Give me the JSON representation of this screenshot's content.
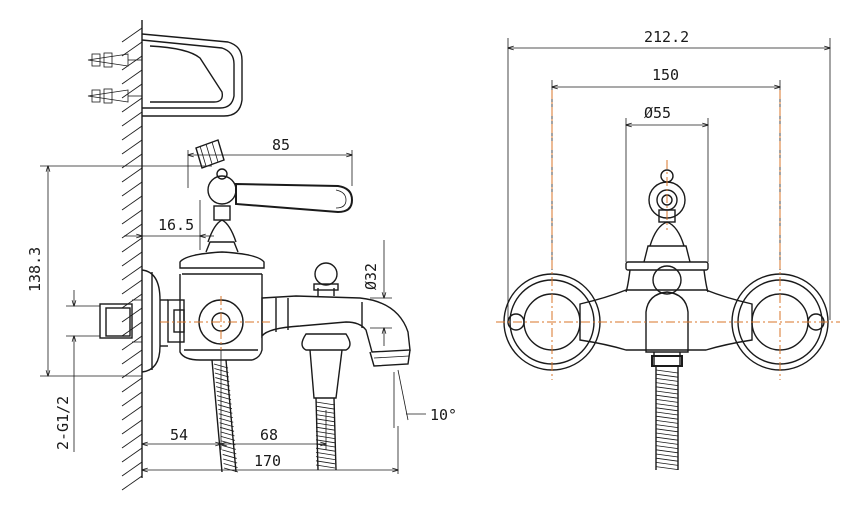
{
  "drawing": {
    "side_view": {
      "dim_depth": "85",
      "dim_wall_offset": "16.5",
      "dim_height": "138.3",
      "dim_spout_dia": "Ø32",
      "dim_inlet": "2-G1/2",
      "dim_left": "54",
      "dim_mid": "68",
      "dim_total": "170",
      "dim_angle": "10°"
    },
    "front_view": {
      "dim_overall_width": "212.2",
      "dim_centers": "150",
      "dim_body_dia": "Ø55"
    },
    "colors": {
      "line": "#1a1a1a",
      "centerline": "#d8762a"
    }
  }
}
